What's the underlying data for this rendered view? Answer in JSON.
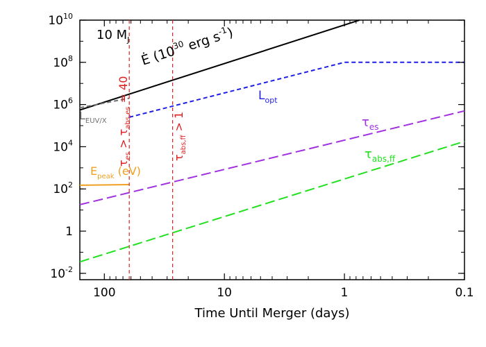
{
  "chart_data": {
    "type": "line",
    "title": "",
    "xlabel": "Time Until Merger (days)",
    "ylabel": "",
    "x_scale": "log",
    "x_reversed": true,
    "y_scale": "log",
    "xlim": [
      160,
      0.1
    ],
    "ylim": [
      0.005,
      10000000000
    ],
    "x_ticks": [
      {
        "value": 100,
        "label": "100"
      },
      {
        "value": 10,
        "label": "10"
      },
      {
        "value": 1,
        "label": "1"
      },
      {
        "value": 0.1,
        "label": "0.1"
      }
    ],
    "y_ticks": [
      {
        "value": 0.01,
        "base": "10",
        "exp": "-2"
      },
      {
        "value": 1,
        "base": "1",
        "exp": ""
      },
      {
        "value": 100,
        "base": "10",
        "exp": "2"
      },
      {
        "value": 10000,
        "base": "10",
        "exp": "4"
      },
      {
        "value": 1000000,
        "base": "10",
        "exp": "6"
      },
      {
        "value": 100000000,
        "base": "10",
        "exp": "8"
      },
      {
        "value": 10000000000,
        "base": "10",
        "exp": "10"
      }
    ],
    "grid": false,
    "legend": "none",
    "mass_label": {
      "main": "10 M",
      "sub": "J"
    },
    "series": [
      {
        "id": "edot",
        "color": "#000000",
        "style": "solid",
        "label": {
          "pre": "Ė (10",
          "sup": "30",
          "mid": " erg s",
          "sup2": "-1",
          "post": ")"
        },
        "x": [
          160,
          0.75
        ],
        "y": [
          550000,
          10000000000
        ]
      },
      {
        "id": "lopt",
        "color": "#1e1ee6",
        "style": "short-dash",
        "label": {
          "main": "L",
          "sub": "opt"
        },
        "x": [
          62,
          1,
          0.1
        ],
        "y": [
          250000,
          100000000,
          100000000
        ]
      },
      {
        "id": "leuvx",
        "color": "#707070",
        "style": "short-dash",
        "label": {
          "main": "L",
          "sub": "EUV/X"
        },
        "x": [
          160,
          62
        ],
        "y": [
          700000,
          2000000
        ]
      },
      {
        "id": "epeak",
        "color": "#f0a020",
        "style": "solid",
        "label": {
          "main": "E",
          "sub": "peak",
          "post": " (eV)"
        },
        "x": [
          160,
          62
        ],
        "y": [
          150,
          160
        ]
      },
      {
        "id": "tau_es",
        "color": "#a030e0",
        "style": "long-dash",
        "label": {
          "main": "τ",
          "sub": "es"
        },
        "x": [
          160,
          0.1
        ],
        "y": [
          18,
          500000
        ]
      },
      {
        "id": "tau_ff",
        "color": "#20e020",
        "style": "long-dash",
        "label": {
          "main": "τ",
          "sub": "abs,ff"
        },
        "x": [
          160,
          0.1
        ],
        "y": [
          0.035,
          18000
        ]
      }
    ],
    "vertical_lines": [
      {
        "id": "vline-es",
        "x": 62,
        "color": "#e02020",
        "label": {
          "pre": "τ",
          "sub1": "es",
          "mid": " > τ",
          "sub2": "abs,es",
          "post": " = 40"
        }
      },
      {
        "id": "vline-ff",
        "x": 27,
        "color": "#e02020",
        "label": {
          "pre": "τ",
          "sub1": "abs,ff",
          "mid": "",
          "sub2": "",
          "post": " > 1"
        }
      }
    ]
  }
}
